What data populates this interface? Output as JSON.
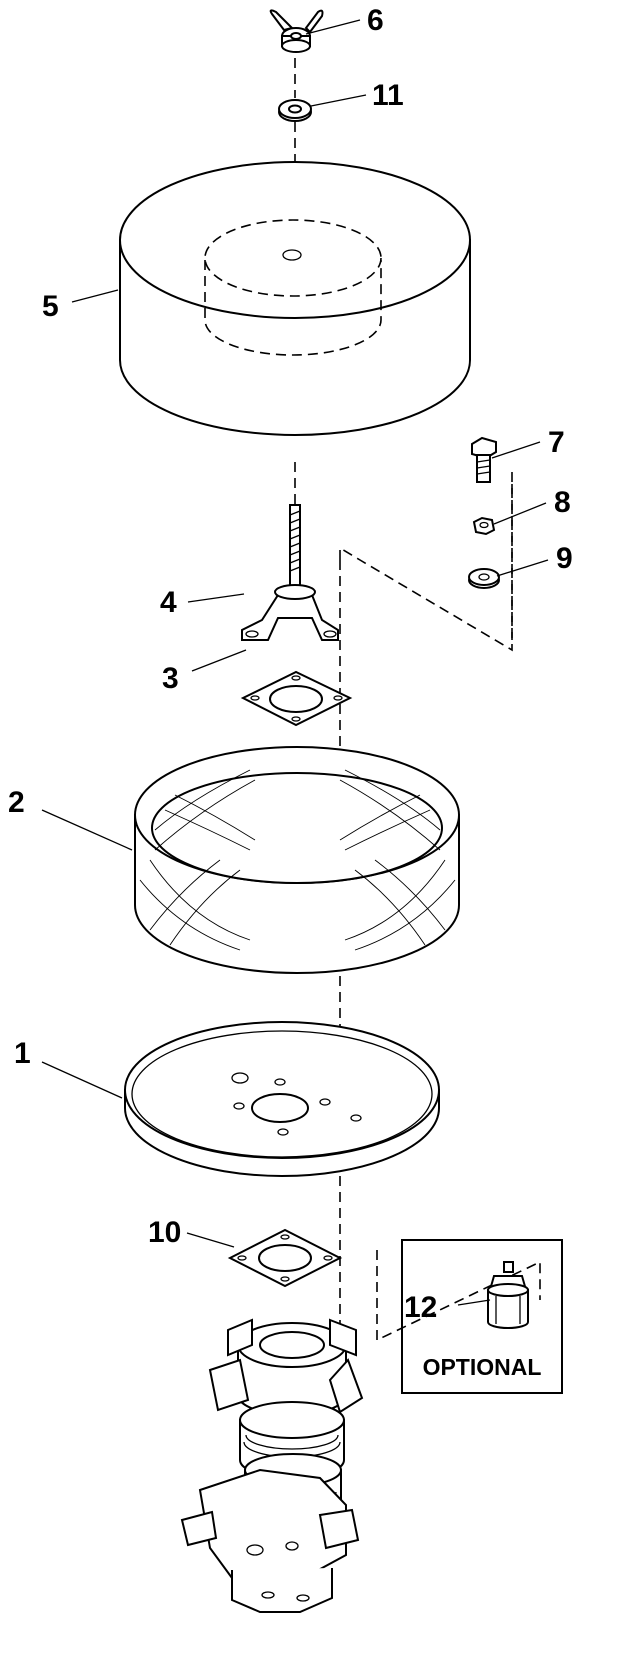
{
  "callouts": {
    "c1": "1",
    "c2": "2",
    "c3": "3",
    "c4": "4",
    "c5": "5",
    "c6": "6",
    "c7": "7",
    "c8": "8",
    "c9": "9",
    "c10": "10",
    "c11": "11",
    "c12": "12"
  },
  "optional_box": {
    "label": "OPTIONAL"
  },
  "colors": {
    "ink": "#000000",
    "paper": "#ffffff"
  }
}
